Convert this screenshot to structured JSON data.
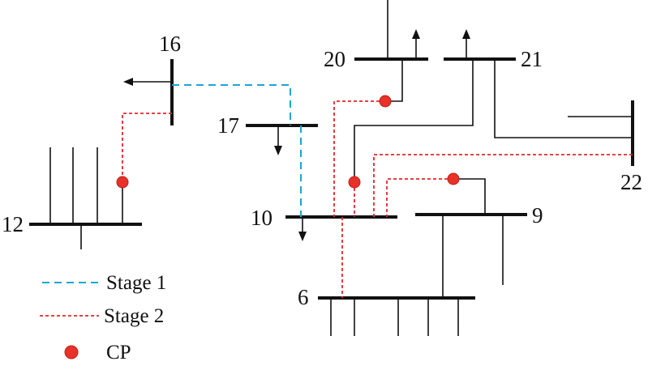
{
  "diagram": {
    "bus_labels": {
      "b16": "16",
      "b17": "17",
      "b20": "20",
      "b21": "21",
      "b22": "22",
      "b12": "12",
      "b10": "10",
      "b9": "9",
      "b6": "6"
    },
    "legend": {
      "stage1": "Stage 1",
      "stage2": "Stage 2",
      "cp": "CP"
    },
    "colors": {
      "stage1": "#1aa7d6",
      "stage2": "#e0272b",
      "cp": "#e63228",
      "line": "#111111"
    }
  }
}
